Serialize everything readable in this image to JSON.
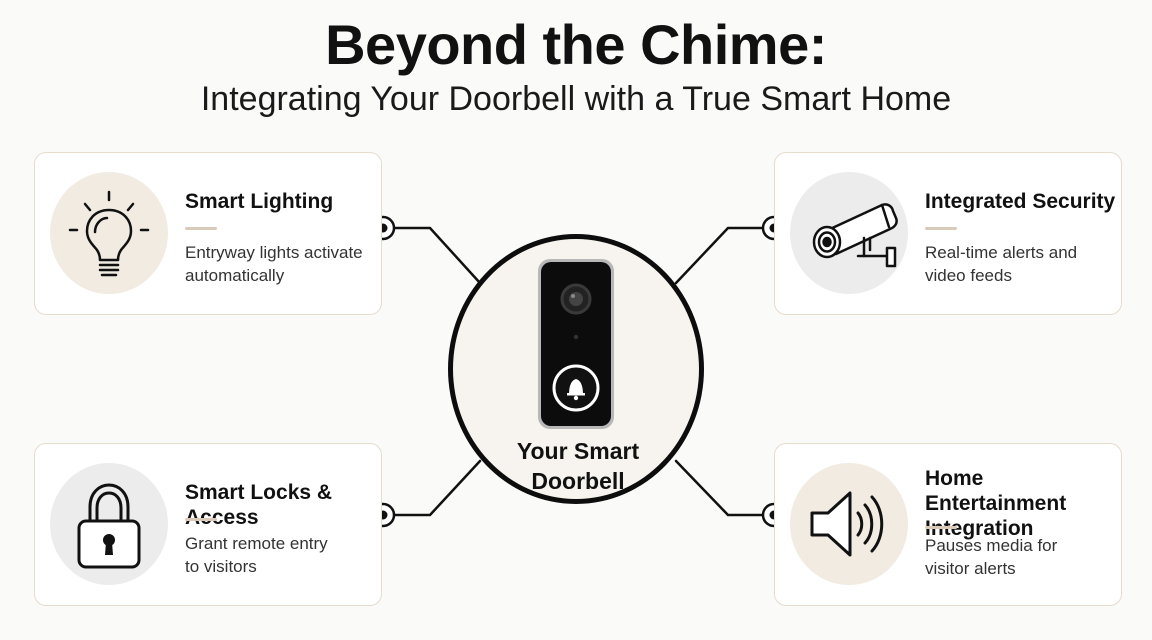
{
  "title": "Beyond the Chime:",
  "subtitle": "Integrating Your Doorbell with a True Smart Home",
  "hub": {
    "label_line1": "Your Smart",
    "label_line2": "Doorbell",
    "icon": "video-doorbell-icon"
  },
  "cards": {
    "lighting": {
      "title": "Smart Lighting",
      "desc_line1": "Entryway lights activate",
      "desc_line2": "automatically",
      "icon": "lightbulb-icon"
    },
    "security": {
      "title": "Integrated Security",
      "desc_line1": "Real-time alerts and",
      "desc_line2": "video feeds",
      "icon": "security-camera-icon"
    },
    "locks": {
      "title": "Smart Locks & Access",
      "desc_line1": "Grant remote entry",
      "desc_line2": "to visitors",
      "icon": "padlock-icon"
    },
    "entertainment": {
      "title_line1": "Home Entertainment",
      "title_line2": "Integration",
      "desc_line1": "Pauses media for",
      "desc_line2": "visitor alerts",
      "icon": "speaker-icon"
    }
  },
  "colors": {
    "background": "#fafaf9",
    "card_border": "#e6dccd",
    "icon_bg_beige": "#f1ebe2",
    "icon_bg_grey": "#ececec",
    "accent_rule": "#d9cbb8",
    "ink": "#0d0d0d"
  }
}
